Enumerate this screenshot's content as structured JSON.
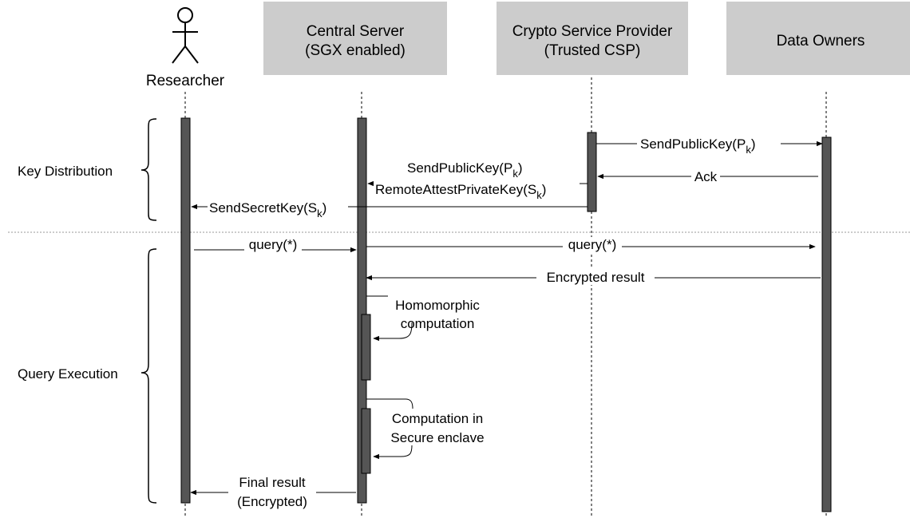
{
  "participants": {
    "researcher": {
      "label": "Researcher"
    },
    "central_server": {
      "line1": "Central Server",
      "line2": "(SGX enabled)"
    },
    "csp": {
      "line1": "Crypto Service Provider",
      "line2": "(Trusted CSP)"
    },
    "data_owners": {
      "label": "Data Owners"
    }
  },
  "phases": {
    "key_distribution": "Key Distribution",
    "query_execution": "Query Execution"
  },
  "messages": {
    "send_public_key_do": {
      "main": "SendPublicKey(P",
      "sub": "k",
      "tail": ")"
    },
    "ack": {
      "main": "Ack"
    },
    "send_public_key_cs": {
      "main": "SendPublicKey(P",
      "sub": "k",
      "tail": ")"
    },
    "remote_attest": {
      "main": "RemoteAttestPrivateKey(S",
      "sub": "k",
      "tail": ")"
    },
    "send_secret_key": {
      "main": "SendSecretKey(S",
      "sub": "k",
      "tail": ")"
    },
    "query_r_cs": {
      "main": "query(*)"
    },
    "query_cs_do": {
      "main": "query(*)"
    },
    "encrypted_result": {
      "main": "Encrypted result"
    },
    "final_result": {
      "line1": "Final result",
      "line2": "(Encrypted)"
    }
  },
  "self_calls": {
    "homomorphic": {
      "line1": "Homomorphic",
      "line2": "computation"
    },
    "secure_enclave": {
      "line1": "Computation in",
      "line2": "Secure enclave"
    }
  },
  "colors": {
    "header_box": "#cccccc",
    "activation_bar": "#555555",
    "line": "#000000",
    "separator": "#999999"
  }
}
